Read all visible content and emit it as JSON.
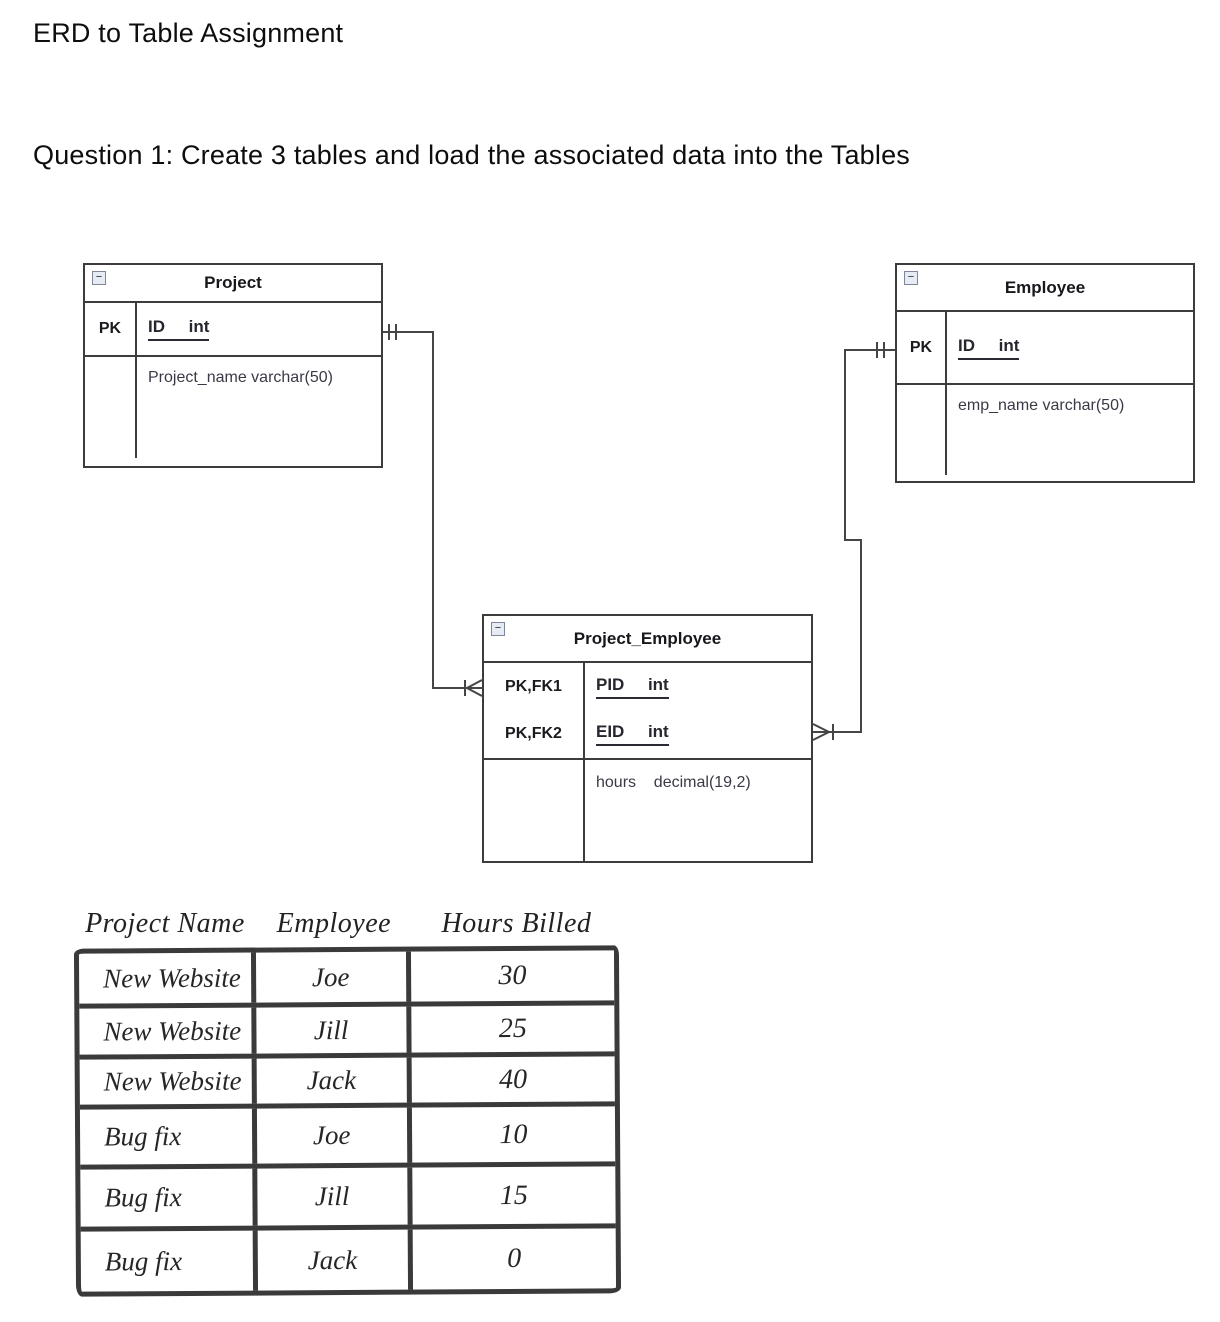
{
  "page": {
    "title": "ERD to Table Assignment",
    "question": "Question 1: Create 3 tables and load the associated data into the Tables"
  },
  "erd": {
    "collapse_glyph": "−",
    "entities": [
      {
        "title": "Project",
        "key_rows": [
          {
            "label": "PK",
            "attr": "ID     int"
          }
        ],
        "attr_rows": [
          "Project_name varchar(50)"
        ]
      },
      {
        "title": "Employee",
        "key_rows": [
          {
            "label": "PK",
            "attr": "ID     int"
          }
        ],
        "attr_rows": [
          "emp_name varchar(50)"
        ]
      },
      {
        "title": "Project_Employee",
        "key_rows": [
          {
            "label": "PK,FK1",
            "attr": "PID     int"
          },
          {
            "label": "PK,FK2",
            "attr": "EID     int"
          }
        ],
        "attr_rows": [
          "hours    decimal(19,2)"
        ]
      }
    ],
    "relationships": [
      {
        "from": "Project",
        "from_cardinality": "one and only one",
        "to": "Project_Employee",
        "to_cardinality": "one or many"
      },
      {
        "from": "Employee",
        "from_cardinality": "one and only one",
        "to": "Project_Employee",
        "to_cardinality": "one or many"
      }
    ]
  },
  "handtable": {
    "headers": [
      "Project Name",
      "Employee",
      "Hours Billed"
    ],
    "rows": [
      [
        "New Website",
        "Joe",
        "30"
      ],
      [
        "New Website",
        "Jill",
        "25"
      ],
      [
        "New Website",
        "Jack",
        "40"
      ],
      [
        "Bug fix",
        "Joe",
        "10"
      ],
      [
        "Bug fix",
        "Jill",
        "15"
      ],
      [
        "Bug fix",
        "Jack",
        "0"
      ]
    ]
  }
}
